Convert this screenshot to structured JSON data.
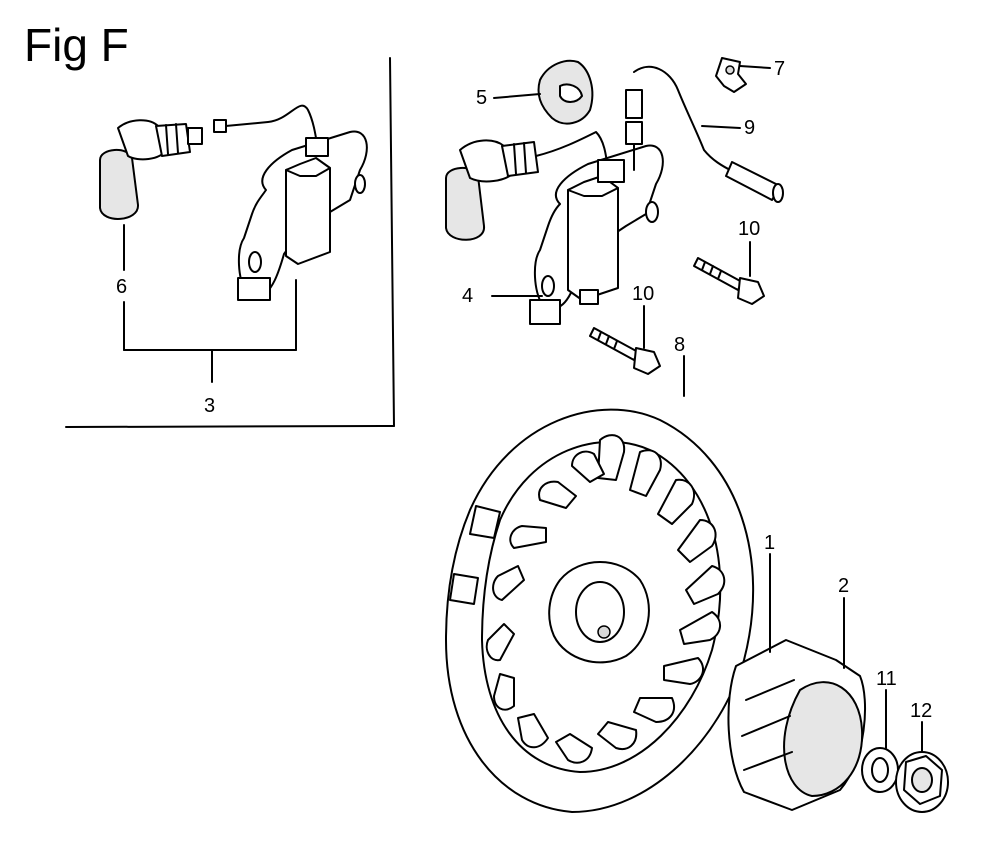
{
  "figure": {
    "title": "Fig F"
  },
  "callouts": {
    "c1": "1",
    "c2": "2",
    "c3": "3",
    "c4": "4",
    "c5": "5",
    "c6": "6",
    "c7": "7",
    "c8": "8",
    "c9": "9",
    "c10a": "10",
    "c10b": "10",
    "c11": "11",
    "c12": "12"
  }
}
